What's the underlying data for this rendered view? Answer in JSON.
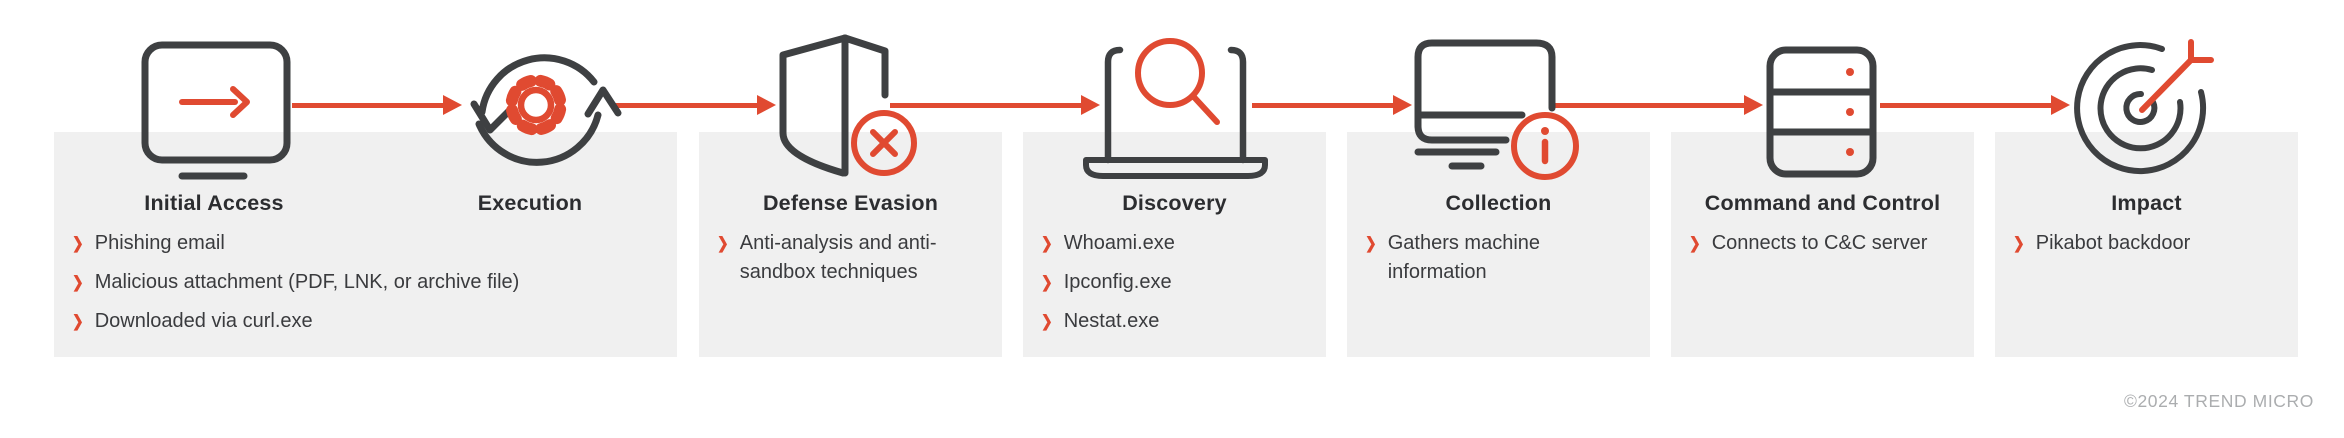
{
  "colors": {
    "accent_red": "#e04a31",
    "icon_dark": "#3e4042",
    "panel_gray": "#f0f0f0",
    "heading_text": "#2c2d30",
    "body_text": "#3a3b3e",
    "copyright_gray": "#abadaf"
  },
  "ui": {
    "bullet_marker": "❯"
  },
  "stages": [
    {
      "title": "Initial Access",
      "icon": "window-entry-arrow-icon",
      "bullets": [
        "Phishing email",
        "Malicious attachment (PDF, LNK, or archive file)",
        "Downloaded via curl.exe"
      ]
    },
    {
      "title": "Execution",
      "icon": "cycle-gear-icon",
      "bullets": []
    },
    {
      "title": "Defense Evasion",
      "icon": "shield-x-icon",
      "bullets": [
        "Anti-analysis and anti-sandbox techniques"
      ]
    },
    {
      "title": "Discovery",
      "icon": "laptop-search-icon",
      "bullets": [
        "Whoami.exe",
        "Ipconfig.exe",
        "Nestat.exe"
      ]
    },
    {
      "title": "Collection",
      "icon": "screen-info-icon",
      "bullets": [
        "Gathers machine information"
      ]
    },
    {
      "title": "Command and Control",
      "icon": "server-stack-icon",
      "bullets": [
        "Connects to C&C server"
      ]
    },
    {
      "title": "Impact",
      "icon": "target-dart-icon",
      "bullets": [
        "Pikabot backdoor"
      ]
    }
  ],
  "footer": {
    "copyright": "©2024 TREND MICRO"
  }
}
